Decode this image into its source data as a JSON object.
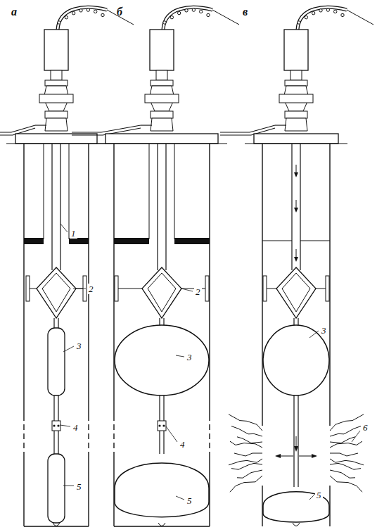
{
  "diagram": {
    "labels": [
      "а",
      "б",
      "в",
      "1",
      "2",
      "3",
      "4",
      "5",
      "2",
      "3",
      "4",
      "5",
      "3",
      "6",
      "5"
    ]
  }
}
